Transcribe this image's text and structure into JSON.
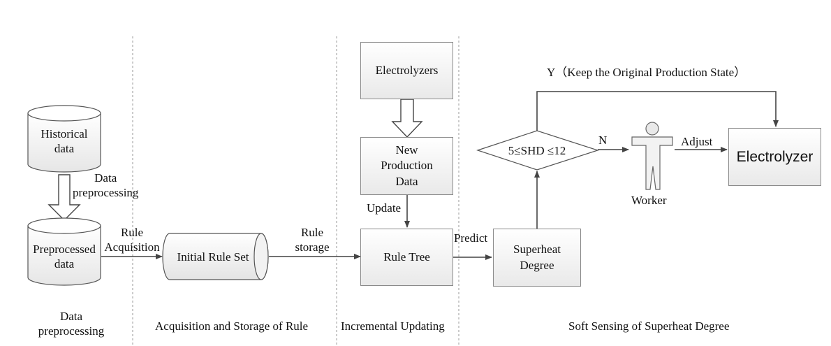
{
  "data_block": {
    "historical_line1": "Historical",
    "historical_line2": "data",
    "preprocessing_label_line1": "Data",
    "preprocessing_label_line2": "preprocessing",
    "preprocessed_line1": "Preprocessed",
    "preprocessed_line2": "data",
    "rule_acq_line1": "Rule",
    "rule_acq_line2": "Acquisition"
  },
  "acquisition": {
    "initial_rule_set": "Initial Rule Set",
    "rule_storage_line1": "Rule",
    "rule_storage_line2": "storage"
  },
  "updating": {
    "electrolyzers": "Electrolyzers",
    "new_data_line1": "New",
    "new_data_line2": "Production",
    "new_data_line3": "Data",
    "update_label": "Update",
    "rule_tree": "Rule Tree",
    "predict_label": "Predict"
  },
  "sensing": {
    "superheat_line1": "Superheat",
    "superheat_line2": "Degree",
    "condition": "5≤SHD ≤12",
    "no_label": "N",
    "yes_label": "Y（Keep the Original Production State）",
    "worker_label": "Worker",
    "adjust_label": "Adjust",
    "electrolyzer": "Electrolyzer"
  },
  "sections": {
    "preprocessing_line1": "Data",
    "preprocessing_line2": "preprocessing",
    "acquisition_storage": "Acquisition and Storage of Rule",
    "incremental": "Incremental Updating",
    "soft_sensing": "Soft Sensing of Superheat Degree"
  },
  "icons": {
    "worker": "person-icon",
    "database": "cylinder-icon"
  }
}
